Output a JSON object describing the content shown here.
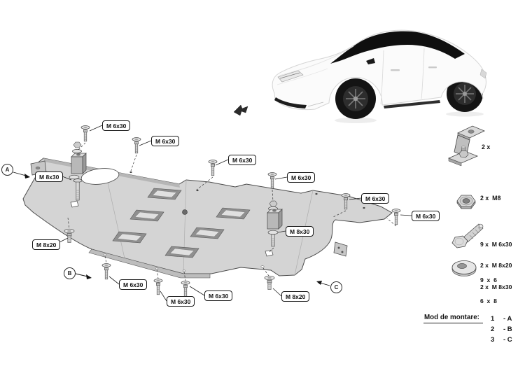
{
  "colors": {
    "plate_fill": "#d4d4d4",
    "plate_edge": "#4a4a4a",
    "line_color": "#222222",
    "glass_color": "#0f0f0f",
    "car_body": "#fbfbfb"
  },
  "icons": {
    "direction_arrow": "front-direction-arrow"
  },
  "diagram": {
    "callouts": [
      {
        "id": "top-1",
        "label": "M 6x30"
      },
      {
        "id": "top-2",
        "label": "M 6x30"
      },
      {
        "id": "top-3",
        "label": "M 6x30"
      },
      {
        "id": "top-4",
        "label": "M 6x30"
      },
      {
        "id": "top-5",
        "label": "M 6x30"
      },
      {
        "id": "top-6",
        "label": "M 6x30"
      },
      {
        "id": "left-m8x30",
        "label": "M 8x30"
      },
      {
        "id": "right-m8x30",
        "label": "M 8x30"
      },
      {
        "id": "left-m8x20",
        "label": "M 8x20"
      },
      {
        "id": "bottom-1",
        "label": "M 6x30"
      },
      {
        "id": "bottom-2",
        "label": "M 6x30"
      },
      {
        "id": "bottom-3",
        "label": "M 6x30"
      },
      {
        "id": "bottom-m8x20",
        "label": "M 8x20"
      }
    ],
    "markers": [
      {
        "letter": "A"
      },
      {
        "letter": "B"
      },
      {
        "letter": "C"
      }
    ]
  },
  "parts_list": {
    "bracket_qty": "2 x",
    "nut_qty": "2 x  M8",
    "bolt_qty_lines": [
      "9 x  M 6x30",
      "2 x  M 8x20",
      "2 x  M 8x30"
    ],
    "washer_qty_lines": [
      "9  x  6",
      "6  x  8"
    ]
  },
  "mounting_table": {
    "title": "Mod de montare:",
    "rows": [
      {
        "num": "1",
        "mode": "- A"
      },
      {
        "num": "2",
        "mode": "- B"
      },
      {
        "num": "3",
        "mode": "- C"
      }
    ]
  }
}
